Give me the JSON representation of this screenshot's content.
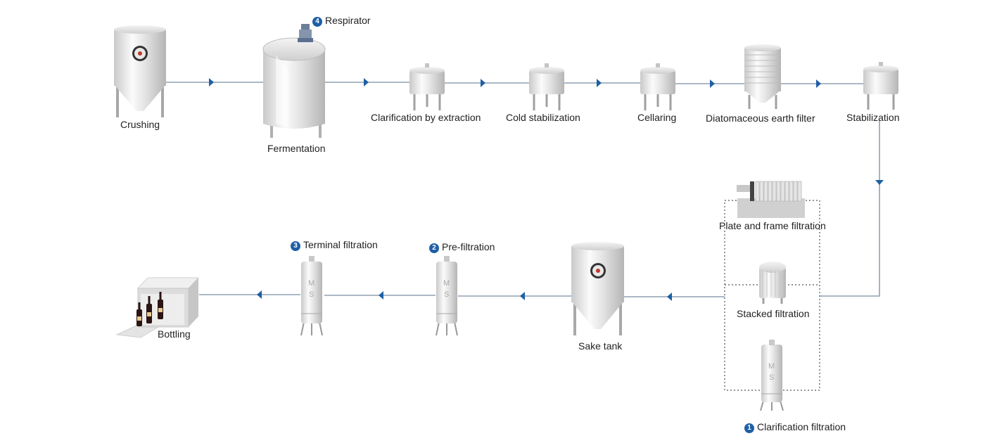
{
  "steps": {
    "crushing": "Crushing",
    "fermentation": "Fermentation",
    "respirator": {
      "num": "4",
      "label": "Respirator"
    },
    "clarification_extraction": "Clarification by extraction",
    "cold_stabilization": "Cold stabilization",
    "cellaring": "Cellaring",
    "diatomaceous": "Diatomaceous earth filter",
    "stabilization": "Stabilization",
    "plate_frame": "Plate and frame filtration",
    "stacked": "Stacked filtration",
    "clarification_filtration": {
      "num": "1",
      "label": "Clarification filtration"
    },
    "sake_tank": "Sake tank",
    "pre_filtration": {
      "num": "2",
      "label": "Pre-filtration"
    },
    "terminal_filtration": {
      "num": "3",
      "label": "Terminal filtration"
    },
    "bottling": "Bottling"
  },
  "filter_mark": "MS",
  "colors": {
    "line": "#8fa0b3",
    "arrow": "#1f5fa5",
    "badge": "#1f5fa5",
    "steel": "#d6d6d6"
  }
}
